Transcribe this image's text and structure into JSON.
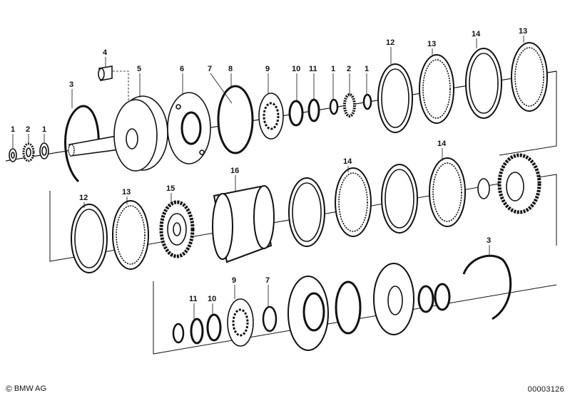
{
  "labels": [
    {
      "id": "r1-1a",
      "text": "1"
    },
    {
      "id": "r1-2",
      "text": "2"
    },
    {
      "id": "r1-1b",
      "text": "1"
    },
    {
      "id": "r1-3",
      "text": "3"
    },
    {
      "id": "r1-4",
      "text": "4"
    },
    {
      "id": "r1-5",
      "text": "5"
    },
    {
      "id": "r1-6",
      "text": "6"
    },
    {
      "id": "r1-7",
      "text": "7"
    },
    {
      "id": "r1-8",
      "text": "8"
    },
    {
      "id": "r1-9",
      "text": "9"
    },
    {
      "id": "r1-10",
      "text": "10"
    },
    {
      "id": "r1-11",
      "text": "11"
    },
    {
      "id": "r1-1c",
      "text": "1"
    },
    {
      "id": "r1-2b",
      "text": "2"
    },
    {
      "id": "r1-1d",
      "text": "1"
    },
    {
      "id": "r1-12",
      "text": "12"
    },
    {
      "id": "r1-13",
      "text": "13"
    },
    {
      "id": "r1-14",
      "text": "14"
    },
    {
      "id": "r1-13b",
      "text": "13"
    },
    {
      "id": "r2-12",
      "text": "12"
    },
    {
      "id": "r2-13",
      "text": "13"
    },
    {
      "id": "r2-15",
      "text": "15"
    },
    {
      "id": "r2-16",
      "text": "16"
    },
    {
      "id": "r2-14",
      "text": "14"
    },
    {
      "id": "r2-14b",
      "text": "14"
    },
    {
      "id": "r3-3",
      "text": "3"
    },
    {
      "id": "r3-11",
      "text": "11"
    },
    {
      "id": "r3-10",
      "text": "10"
    },
    {
      "id": "r3-9",
      "text": "9"
    },
    {
      "id": "r3-7",
      "text": "7"
    }
  ],
  "footer": {
    "copyright_symbol": "©",
    "copyright_text": "BMW AG",
    "document_number": "00003126"
  }
}
